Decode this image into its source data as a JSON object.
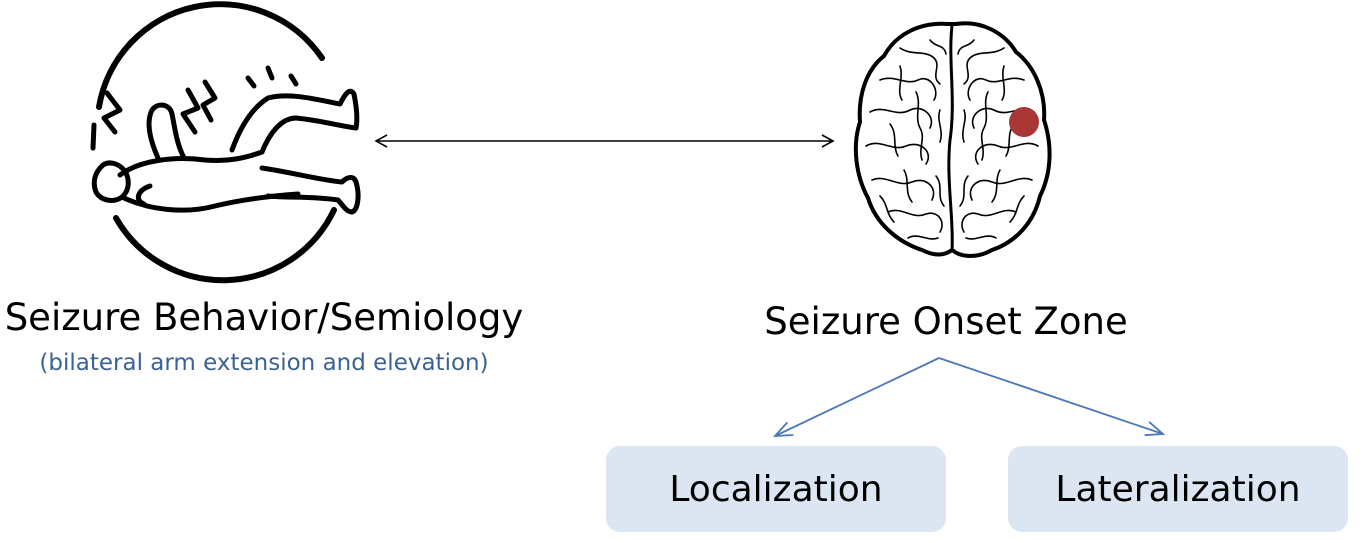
{
  "semiology": {
    "title": "Seizure Behavior/Semiology",
    "subtitle": "(bilateral arm extension and elevation)",
    "icon": "seizing-person-icon"
  },
  "onset_zone": {
    "title": "Seizure Onset Zone",
    "icon": "brain-icon",
    "marker_color": "#a93735"
  },
  "outcomes": [
    {
      "label": "Localization"
    },
    {
      "label": "Lateralization"
    }
  ],
  "colors": {
    "subtitle": "#3b6294",
    "arrow_black": "#000000",
    "arrow_blue": "#4a78b8",
    "box_fill": "#dce6f2"
  }
}
